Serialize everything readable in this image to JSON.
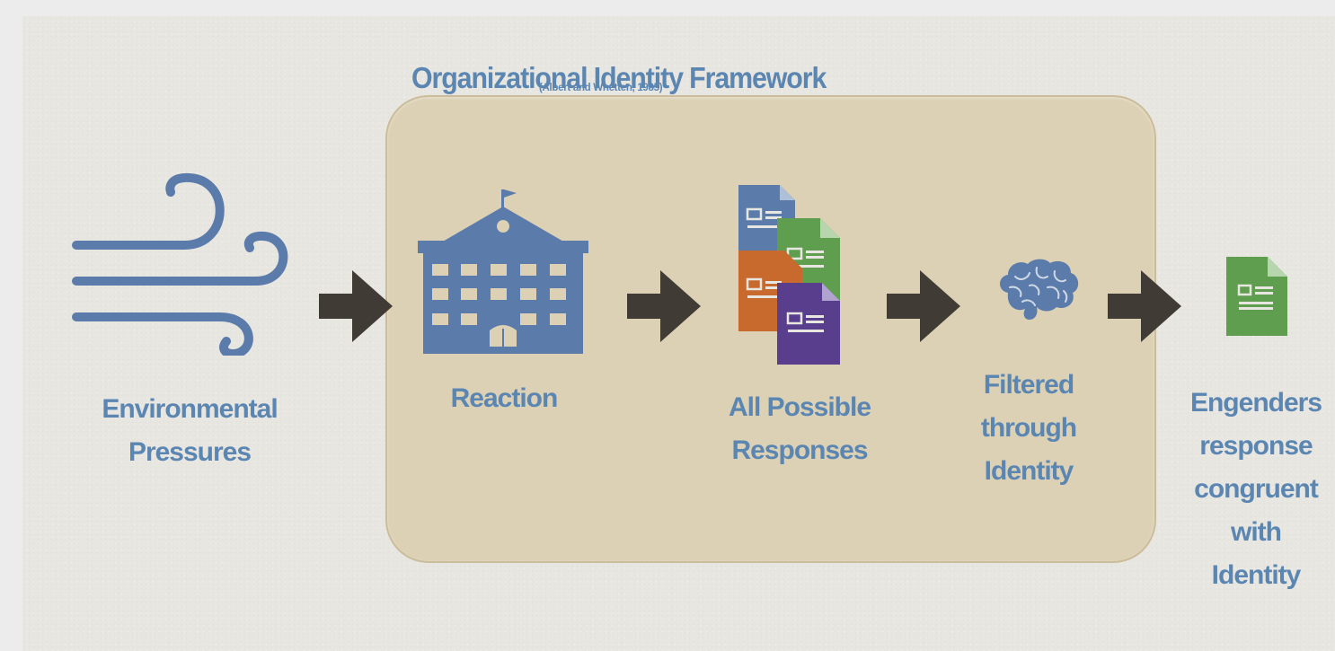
{
  "diagram": {
    "title": "Organizational Identity Framework",
    "citation": "(Albert and Whetten, 1985)",
    "steps": [
      {
        "icon": "wind-icon",
        "lines": [
          "Environmental",
          "Pressures"
        ]
      },
      {
        "icon": "school-building-icon",
        "lines": [
          "Reaction"
        ]
      },
      {
        "icon": "documents-stack-icon",
        "lines": [
          "All Possible",
          "Responses"
        ]
      },
      {
        "icon": "brain-icon",
        "lines": [
          "Filtered",
          "through",
          "Identity"
        ]
      },
      {
        "icon": "document-icon",
        "lines": [
          "Engenders",
          "response",
          "congruent",
          "with",
          "Identity"
        ]
      }
    ]
  },
  "colors": {
    "label_blue": "#5b86b2",
    "icon_blue": "#5b7cab",
    "arrow": "#403c35",
    "framework_fill": "#dcd1b5",
    "doc_green": "#5f9e4f",
    "doc_orange": "#c8692d",
    "doc_purple": "#5a3e8e"
  }
}
